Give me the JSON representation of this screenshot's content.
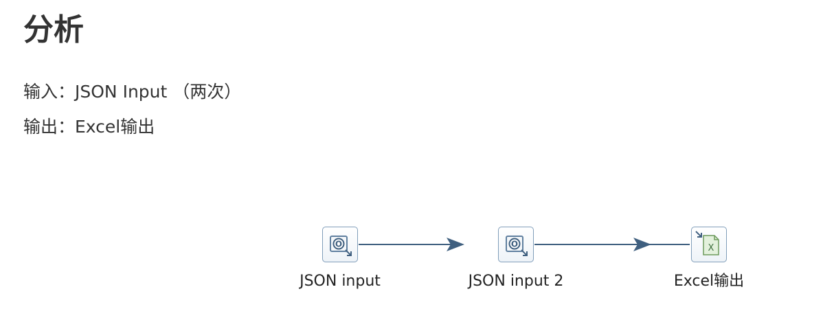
{
  "title": "分析",
  "lines": {
    "input": "输入：JSON Input （两次）",
    "output": "输出：Excel输出"
  },
  "flow": {
    "nodes": [
      {
        "label": "JSON input",
        "icon": "json-input-icon"
      },
      {
        "label": "JSON input 2",
        "icon": "json-input-icon"
      },
      {
        "label": "Excel输出",
        "icon": "excel-output-icon"
      }
    ],
    "connector_color": "#3f5f7f"
  }
}
